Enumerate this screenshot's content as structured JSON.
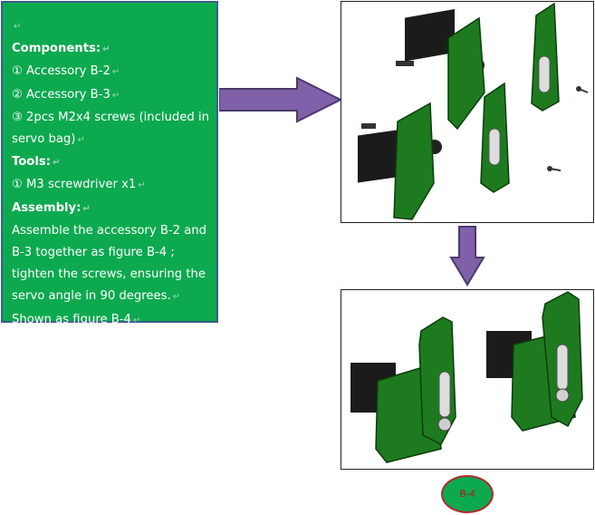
{
  "info": {
    "components_heading": "Components:",
    "component_1": "① Accessory B-2",
    "component_2": "② Accessory B-3",
    "component_3a": "③ 2pcs M2x4 screws (included in",
    "component_3b": "servo bag)",
    "tools_heading": "Tools:",
    "tool_1": "① M3 screwdriver x1",
    "assembly_heading": "Assembly:",
    "assembly_1": "Assemble the accessory B-2 and",
    "assembly_2": "B-3 together as figure B-4 ;",
    "assembly_3": "tighten the screws, ensuring the",
    "assembly_4": "servo angle in 90 degrees.",
    "assembly_5": "Shown as figure B-4"
  },
  "figure_label": "B-4",
  "colors": {
    "box_green": "#0ca94f",
    "bracket_green": "#1e7a1e",
    "arrow_purple": "#8060a8",
    "badge_border": "#b02a2a"
  },
  "icons": [
    "right-arrow-icon",
    "down-arrow-icon"
  ]
}
